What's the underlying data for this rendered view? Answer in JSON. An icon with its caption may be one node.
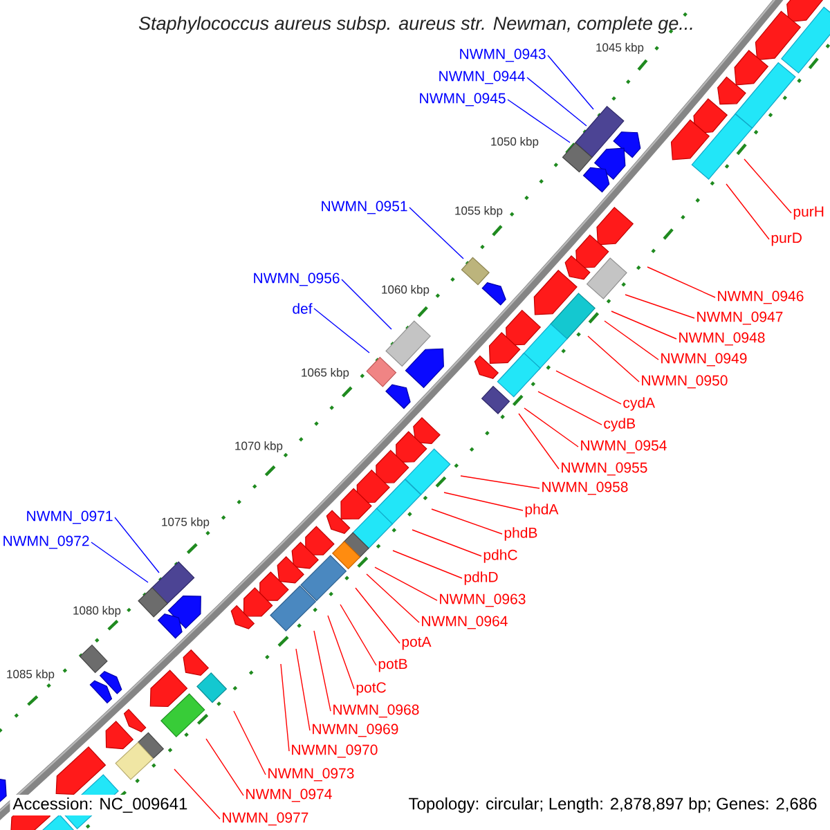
{
  "diagram": {
    "title": "Staphylococcus aureus subsp. aureus str. Newman, complete ge...",
    "nodes": [
      {
        "text": [
          "NWMN_0943"
        ]
      },
      {
        "text": [
          "NWMN_0944"
        ]
      },
      {
        "text": [
          "NWMN_0945"
        ]
      },
      {
        "text": [
          "NWMN_0951"
        ]
      },
      {
        "text": [
          "purH"
        ]
      },
      {
        "text": [
          "purD"
        ]
      },
      {
        "text": [
          "NWMN_0956"
        ]
      },
      {
        "text": [
          "NWMN_0946"
        ]
      },
      {
        "text": [
          "def"
        ]
      },
      {
        "text": [
          "NWMN_0947"
        ]
      },
      {
        "text": [
          "NWMN_0948"
        ]
      },
      {
        "text": [
          "NWMN_0949"
        ]
      },
      {
        "text": [
          "NWMN_0950"
        ]
      },
      {
        "text": [
          "cydA"
        ]
      },
      {
        "text": [
          "cydB"
        ]
      },
      {
        "text": [
          "NWMN_0954"
        ]
      },
      {
        "text": [
          "NWMN_0955"
        ]
      },
      {
        "text": [
          "NWMN_0958"
        ]
      },
      {
        "text": [
          "phdA"
        ]
      },
      {
        "text": [
          "NWMN_0971"
        ]
      },
      {
        "text": [
          "phdB"
        ]
      },
      {
        "text": [
          "NWMN_0972"
        ]
      },
      {
        "text": [
          "pdhC"
        ]
      },
      {
        "text": [
          "pdhD"
        ]
      },
      {
        "text": [
          "NWMN_0963"
        ]
      },
      {
        "text": [
          "NWMN_0964"
        ]
      },
      {
        "text": [
          "potA"
        ]
      },
      {
        "text": [
          "potB"
        ]
      },
      {
        "text": [
          "potC"
        ]
      },
      {
        "text": [
          "NWMN_0968"
        ]
      },
      {
        "text": [
          "NWMN_0969"
        ]
      },
      {
        "text": [
          "NWMN_0970"
        ]
      },
      {
        "text": [
          "NWMN_0973"
        ]
      },
      {
        "text": [
          "NWMN_0974"
        ]
      },
      {
        "text": [
          "NWMN_0977"
        ]
      }
    ],
    "edges": [
      {
        "from": 0,
        "to": null,
        "arrow": "none",
        "color": "#0000ff"
      },
      {
        "from": 1,
        "to": null,
        "arrow": "none",
        "color": "#0000ff"
      },
      {
        "from": 2,
        "to": null,
        "arrow": "none",
        "color": "#0000ff"
      },
      {
        "from": 3,
        "to": null,
        "arrow": "none",
        "color": "#0000ff"
      },
      {
        "from": 4,
        "to": null,
        "arrow": "none"
      },
      {
        "from": 5,
        "to": null,
        "arrow": "none"
      },
      {
        "from": 6,
        "to": null,
        "arrow": "none",
        "color": "#0000ff"
      },
      {
        "from": 7,
        "to": null,
        "arrow": "none"
      },
      {
        "from": 8,
        "to": null,
        "arrow": "none",
        "color": "#0000ff"
      },
      {
        "from": 9,
        "to": null,
        "arrow": "none"
      },
      {
        "from": 10,
        "to": null,
        "arrow": "none"
      },
      {
        "from": 11,
        "to": null,
        "arrow": "none"
      },
      {
        "from": 12,
        "to": null,
        "arrow": "none"
      },
      {
        "from": 13,
        "to": null,
        "arrow": "none"
      },
      {
        "from": 14,
        "to": null,
        "arrow": "none"
      },
      {
        "from": 15,
        "to": null,
        "arrow": "none"
      },
      {
        "from": 16,
        "to": null,
        "arrow": "none"
      },
      {
        "from": 17,
        "to": null,
        "arrow": "none"
      },
      {
        "from": 18,
        "to": null,
        "arrow": "none"
      },
      {
        "from": 19,
        "to": null,
        "arrow": "none",
        "color": "#0000ff"
      },
      {
        "from": 20,
        "to": null,
        "arrow": "none"
      },
      {
        "from": 21,
        "to": null,
        "arrow": "none",
        "color": "#0000ff"
      },
      {
        "from": 22,
        "to": null,
        "arrow": "none"
      },
      {
        "from": 23,
        "to": null,
        "arrow": "none"
      },
      {
        "from": 24,
        "to": null,
        "arrow": "none"
      },
      {
        "from": 25,
        "to": null,
        "arrow": "none"
      },
      {
        "from": 26,
        "to": null,
        "arrow": "none"
      },
      {
        "from": 27,
        "to": null,
        "arrow": "none"
      },
      {
        "from": 28,
        "to": null,
        "arrow": "none"
      },
      {
        "from": 29,
        "to": null,
        "arrow": "none"
      },
      {
        "from": 30,
        "to": null,
        "arrow": "none"
      },
      {
        "from": 31,
        "to": null,
        "arrow": "none"
      },
      {
        "from": 32,
        "to": null,
        "arrow": "none"
      },
      {
        "from": 33,
        "to": null,
        "arrow": "none"
      },
      {
        "from": 34,
        "to": null,
        "arrow": "none"
      }
    ],
    "labels": [
      "1045 kbp",
      "1050 kbp",
      "1055 kbp",
      "1060 kbp",
      "1065 kbp",
      "1070 kbp",
      "1075 kbp",
      "1080 kbp",
      "1085 kbp",
      "Accession: NC_009641",
      "Topology: circular; Length: 2,878,897 bp; Genes: 2,686"
    ]
  }
}
